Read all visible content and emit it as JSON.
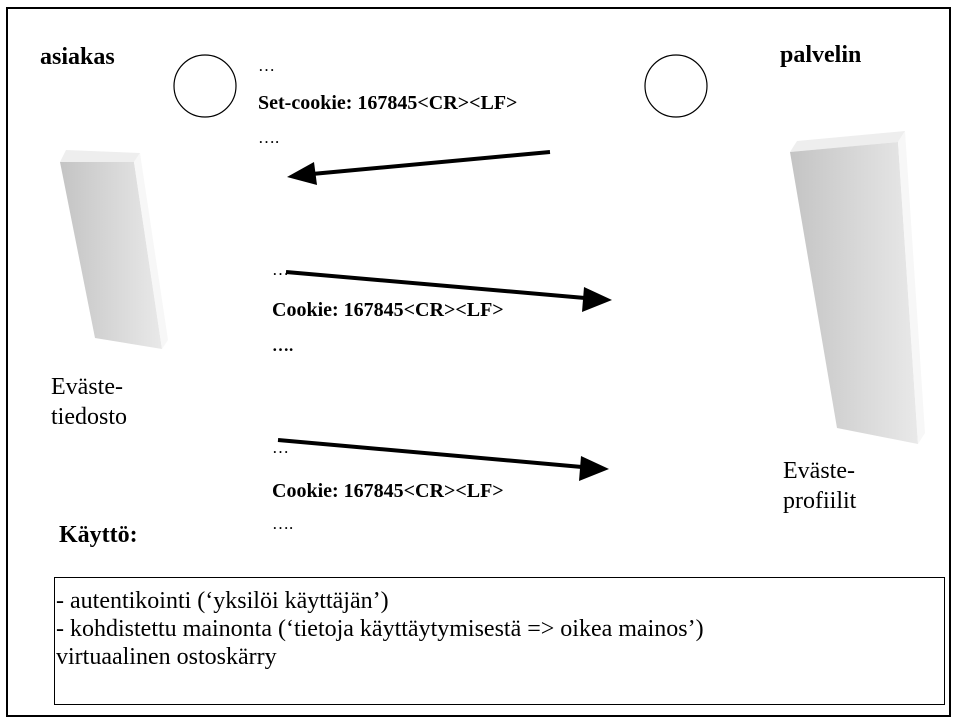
{
  "client": {
    "label": "asiakas",
    "file_label_line1": "Eväste-",
    "file_label_line2": "tiedosto"
  },
  "server": {
    "label": "palvelin",
    "file_label_line1": "Eväste-",
    "file_label_line2": "profiilit"
  },
  "messages": [
    {
      "before": "…",
      "header": "Set-cookie: 167845<CR><LF>",
      "after": "…."
    },
    {
      "before": "…",
      "header": "Cookie: 167845<CR><LF>",
      "after": "…."
    },
    {
      "before": "…",
      "header": "Cookie: 167845<CR><LF>",
      "after": "…."
    }
  ],
  "usage": {
    "title": "Käyttö:",
    "items": [
      "- autentikointi  (‘yksilöi käyttäjän’)",
      "- kohdistettu mainonta  (‘tietoja käyttäytymisestä => oikea mainos’)",
      "virtuaalinen ostoskärry"
    ]
  },
  "colors": {
    "box_light": "#f2f2f2",
    "box_mid": "#cfcfcf",
    "box_dark": "#a9a9a9",
    "line": "#000000"
  }
}
